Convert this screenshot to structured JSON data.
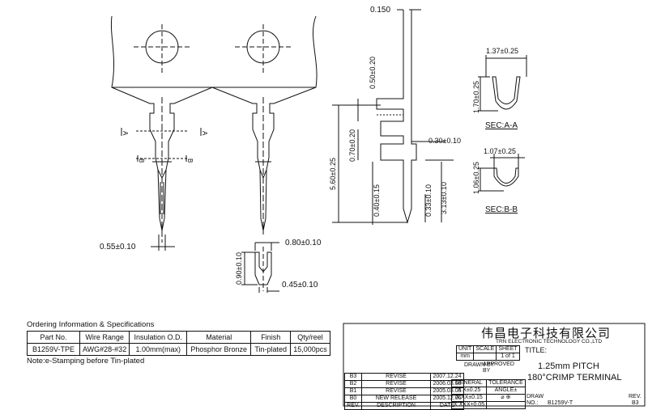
{
  "dimensions": {
    "d_0150": "0.150",
    "d_137": "1.37±0.25",
    "d_170": "1.70±0.25",
    "sec_aa": "SEC:A-A",
    "d_107": "1.07±0.25",
    "d_106": "1.06±0.25",
    "sec_bb": "SEC:B-B",
    "d_050": "0.50±0.20",
    "d_070": "0.70±0.20",
    "d_030": "0.30±0.10",
    "d_560": "5.60±0.25",
    "d_040": "0.40±0.15",
    "d_033": "0.33±0.10",
    "d_313": "3.13±0.10",
    "d_055": "0.55±0.10",
    "d_080": "0.80±0.10",
    "d_090": "0.90±0.10",
    "d_045": "0.45±0.10",
    "label_a": "A",
    "label_b": "B"
  },
  "ordering": {
    "title": "Ordering Information & Specifications",
    "headers": [
      "Part No.",
      "Wire Range",
      "Insulation O.D.",
      "Material",
      "Finish",
      "Qty/reel"
    ],
    "row": [
      "B1259V-TPE",
      "AWG#28-#32",
      "1.00mm(max)",
      "Phosphor Bronze",
      "Tin-plated",
      "15,000pcs"
    ],
    "note": "Note:e-Stamping before Tin-plated"
  },
  "title_block": {
    "company_cn": "伟昌电子科技有限公司",
    "company_en": "TRN ELECTRONIC TECHNOLOGY CO.,LTD",
    "unit_label": "UNIT",
    "scale_label": "SCALE",
    "sheet_label": "SHEET",
    "unit_value": "mm",
    "sheet_value": "1 of 1",
    "drawn_by": "DRAWN BY",
    "approved_by": "APPROVED BY",
    "title_label": "TITLE:",
    "title_line1": "1.25mm PITCH",
    "title_line2": "180°CRIMP TERMINAL",
    "general": "GENERAL",
    "tolerance": "TOLERANCE",
    "tol1": "X.X±0.25",
    "tol2": "X.XX±0.15",
    "tol3": "X.XXX±0.05",
    "angle": "ANGLE±",
    "draw_label": "DRAW",
    "no_label": "NO.:",
    "draw_no": "B1259V-T",
    "rev_label": "REV.",
    "rev_value": "B3",
    "revisions": [
      {
        "rev": "B3",
        "desc": "REVISE",
        "date": "2007.12.24"
      },
      {
        "rev": "B2",
        "desc": "REVISE",
        "date": "2006.03.08"
      },
      {
        "rev": "B1",
        "desc": "REVISE",
        "date": "2005.03.03"
      },
      {
        "rev": "B0",
        "desc": "NEW RELEASE",
        "date": "2005.12.06"
      }
    ],
    "rev_header": [
      "REV.",
      "DESCRIPTION",
      "DATE"
    ]
  }
}
